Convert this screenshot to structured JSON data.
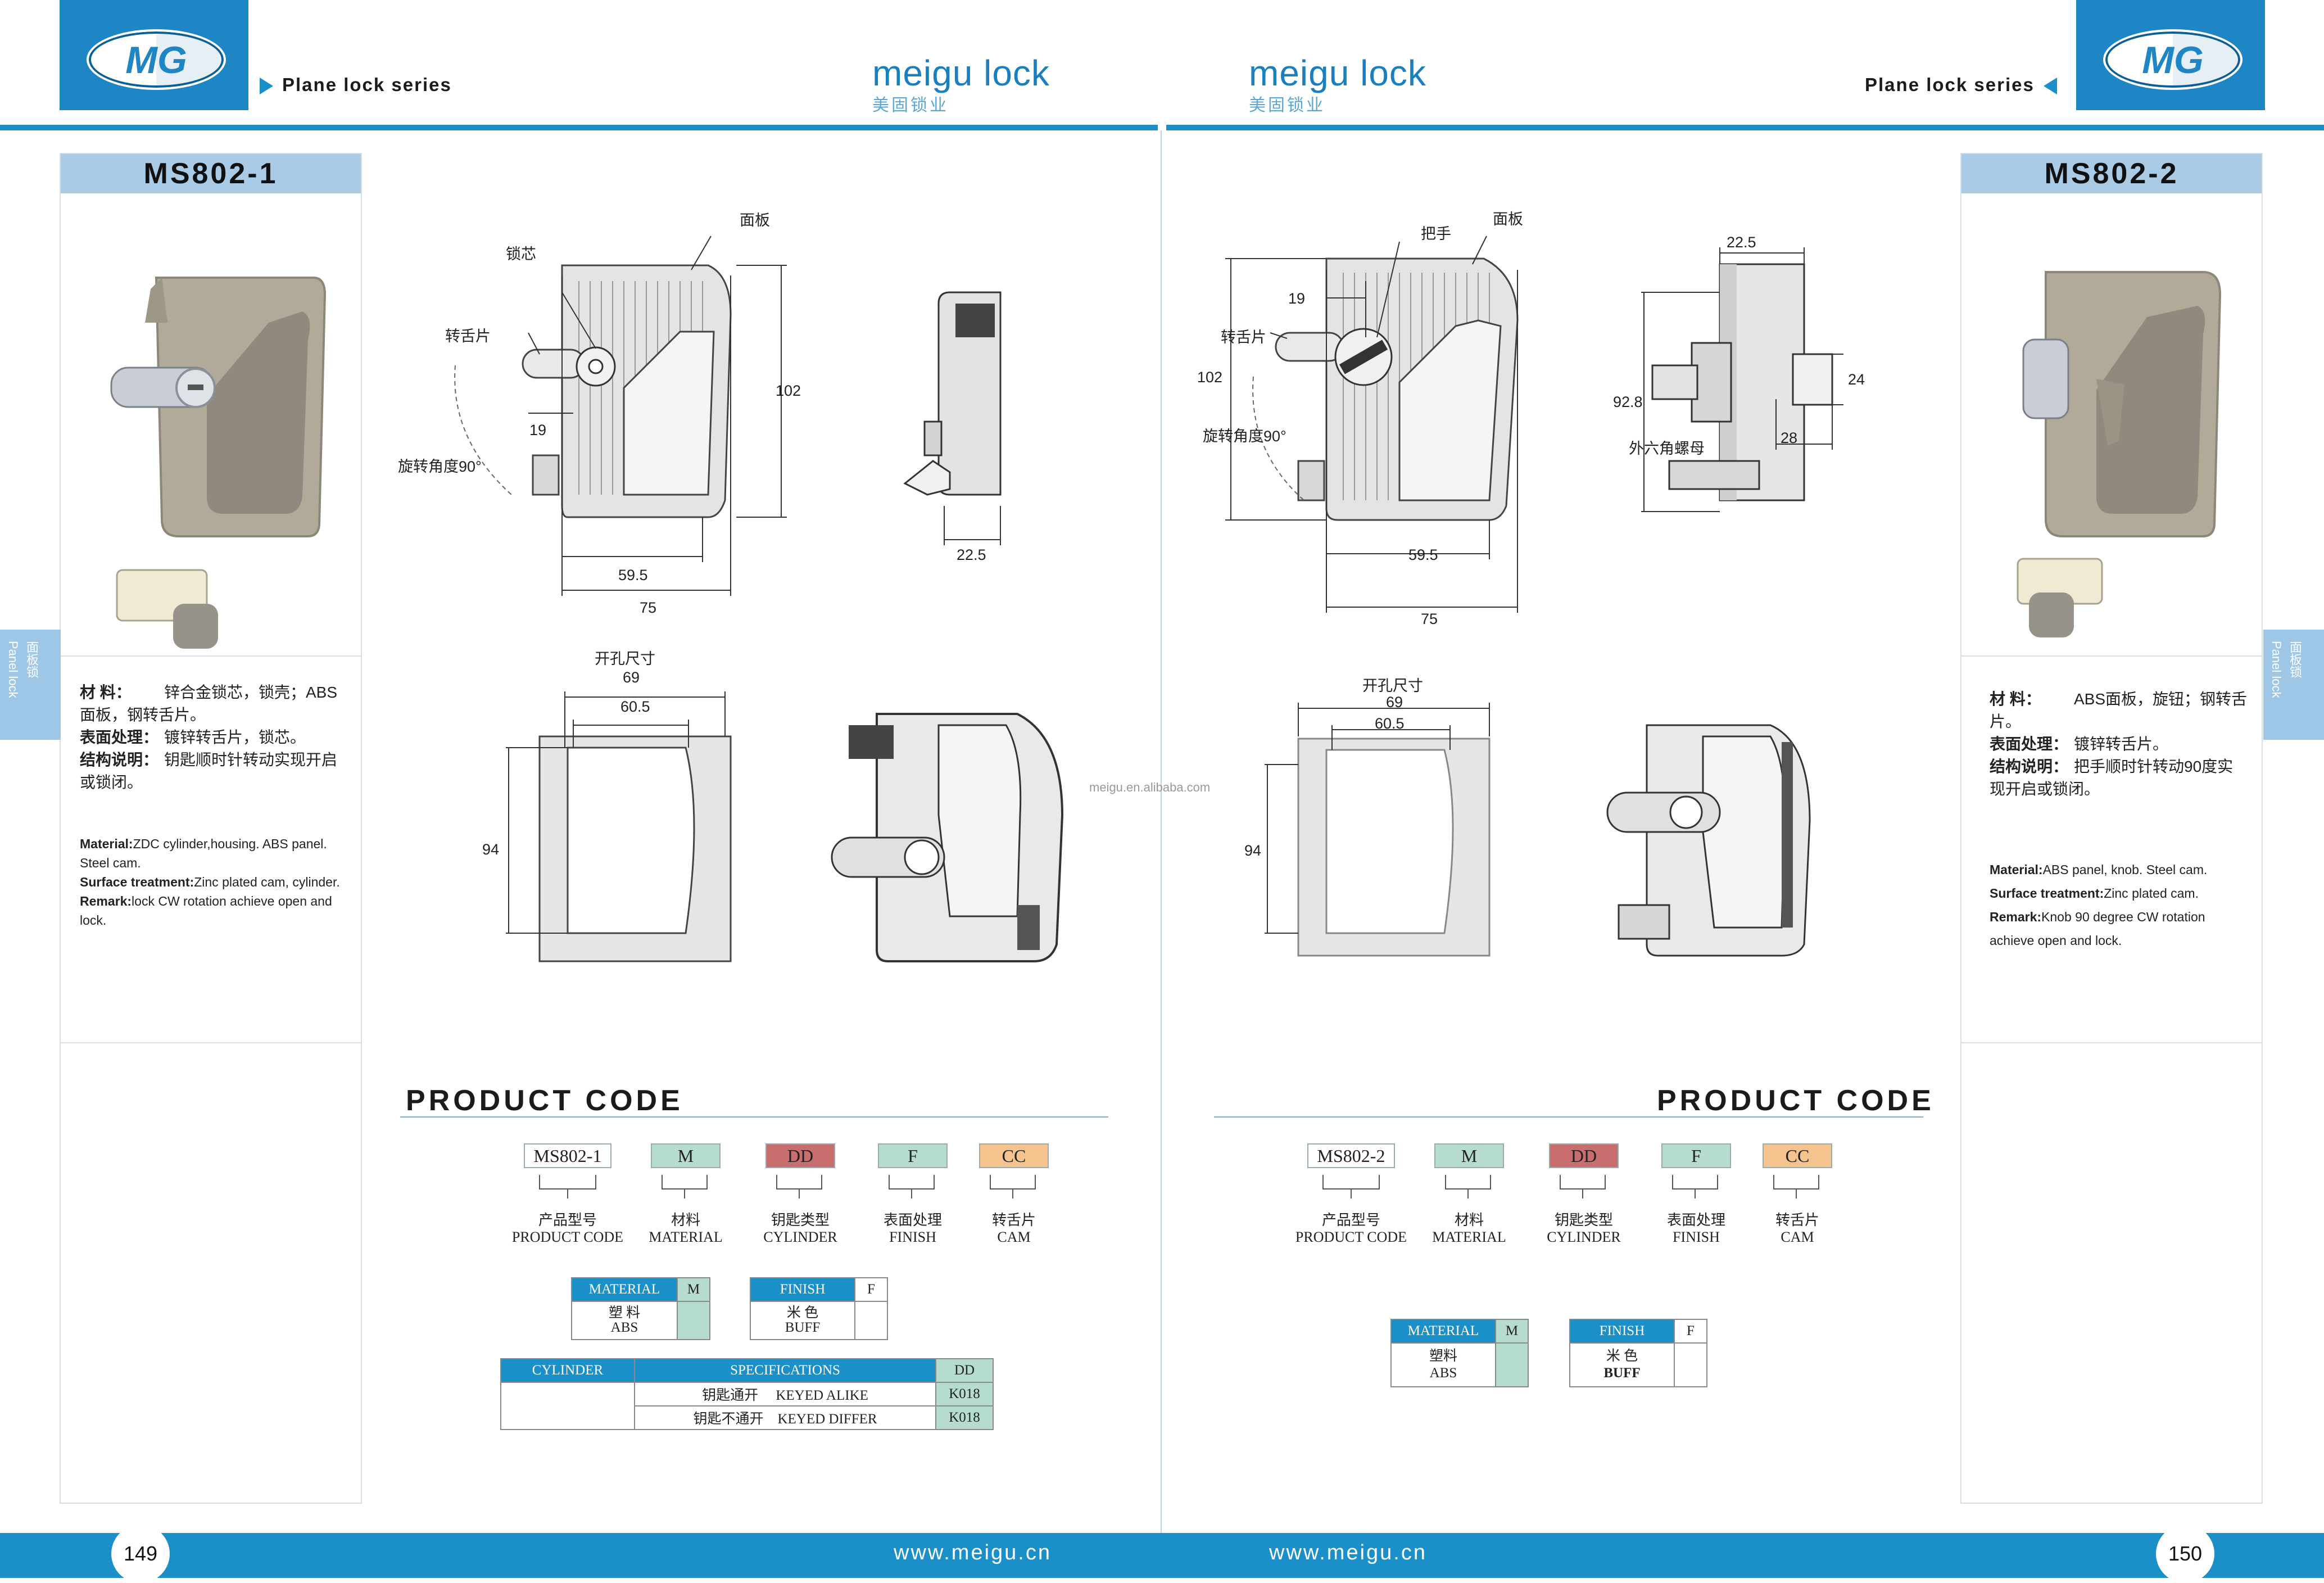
{
  "header": {
    "logo_text": "MG",
    "series_label": "Plane lock series",
    "brand_en": "meigu lock",
    "brand_cn": "美固锁业"
  },
  "watermark": "meigu.en.alibaba.com",
  "side_tab": {
    "cn": "面板锁",
    "en": "Panel lock"
  },
  "colors": {
    "accent": "#1a8fc8",
    "band": "#a9cbe6",
    "material_swatch": "#b6dccf",
    "cylinder_swatch": "#c96e6e",
    "cam_swatch": "#f5c48e"
  },
  "left": {
    "model": "MS802-1",
    "desc_cn": [
      {
        "label": "材 料：",
        "text": "锌合金锁芯，锁壳；ABS 面板，钢转舌片。"
      },
      {
        "label": "表面处理：",
        "text": "镀锌转舌片，锁芯。"
      },
      {
        "label": "结构说明：",
        "text": "钥匙顺时针转动实现开启或锁闭。"
      }
    ],
    "desc_en": [
      {
        "label": "Material:",
        "text": "ZDC cylinder,housing. ABS panel. Steel cam."
      },
      {
        "label": "Surface treatment:",
        "text": "Zinc plated cam, cylinder."
      },
      {
        "label": "Remark:",
        "text": "lock CW rotation achieve open and lock."
      }
    ],
    "drawing": {
      "labels": {
        "cam": "转舌片",
        "cylinder": "锁芯",
        "panel": "面板",
        "rotate": "旋转角度90°",
        "cutout": "开孔尺寸"
      },
      "dims": {
        "d19": "19",
        "d102": "102",
        "d59_5": "59.5",
        "d75": "75",
        "d22_5": "22.5",
        "d69": "69",
        "d60_5": "60.5",
        "d94": "94"
      }
    },
    "product_code": {
      "title": "PRODUCT CODE",
      "codes": [
        {
          "code": "MS802-1",
          "cn": "产品型号",
          "en": "PRODUCT CODE",
          "color": "#ffffff"
        },
        {
          "code": "M",
          "cn": "材料",
          "en": "MATERIAL",
          "color": "#b6dccf"
        },
        {
          "code": "DD",
          "cn": "钥匙类型",
          "en": "CYLINDER",
          "color": "#c96e6e"
        },
        {
          "code": "F",
          "cn": "表面处理",
          "en": "FINISH",
          "color": "#b6dccf"
        },
        {
          "code": "CC",
          "cn": "转舌片",
          "en": "CAM",
          "color": "#f5c48e"
        }
      ],
      "material": {
        "head": "MATERIAL",
        "key": "M",
        "cn": "塑 料",
        "en": "ABS"
      },
      "finish": {
        "head": "FINISH",
        "key": "F",
        "cn": "米 色",
        "en": "BUFF"
      },
      "cylinder": {
        "head": "CYLINDER",
        "spec_head": "SPECIFICATIONS",
        "key": "DD",
        "rows": [
          {
            "cn": "钥匙通开",
            "en": "KEYED ALIKE",
            "code": "K018"
          },
          {
            "cn": "钥匙不通开",
            "en": "KEYED DIFFER",
            "code": "K018"
          }
        ]
      }
    }
  },
  "right": {
    "model": "MS802-2",
    "desc_cn": [
      {
        "label": "材 料：",
        "text": "ABS面板，旋钮；钢转舌片。"
      },
      {
        "label": "表面处理：",
        "text": "镀锌转舌片。"
      },
      {
        "label": "结构说明：",
        "text": "把手顺时针转动90度实现开启或锁闭。"
      }
    ],
    "desc_en": [
      {
        "label": "Material:",
        "text": "ABS panel, knob. Steel cam."
      },
      {
        "label": "Surface treatment:",
        "text": "Zinc plated cam."
      },
      {
        "label": "Remark:",
        "text": "Knob 90 degree CW rotation achieve open and lock."
      }
    ],
    "drawing": {
      "labels": {
        "cam": "转舌片",
        "handle": "把手",
        "panel": "面板",
        "rotate": "旋转角度90°",
        "hexnut": "外六角螺母",
        "cutout": "开孔尺寸"
      },
      "dims": {
        "d19": "19",
        "d102": "102",
        "d59_5": "59.5",
        "d75": "75",
        "d22_5": "22.5",
        "d92_8": "92.8",
        "d24": "24",
        "d28": "28",
        "d69": "69",
        "d60_5": "60.5",
        "d94": "94"
      }
    },
    "product_code": {
      "title": "PRODUCT CODE",
      "codes": [
        {
          "code": "MS802-2",
          "cn": "产品型号",
          "en": "PRODUCT CODE",
          "color": "#ffffff"
        },
        {
          "code": "M",
          "cn": "材料",
          "en": "MATERIAL",
          "color": "#b6dccf"
        },
        {
          "code": "DD",
          "cn": "钥匙类型",
          "en": "CYLINDER",
          "color": "#c96e6e"
        },
        {
          "code": "F",
          "cn": "表面处理",
          "en": "FINISH",
          "color": "#b6dccf"
        },
        {
          "code": "CC",
          "cn": "转舌片",
          "en": "CAM",
          "color": "#f5c48e"
        }
      ],
      "material": {
        "head": "MATERIAL",
        "key": "M",
        "cn": "塑料",
        "en": "ABS"
      },
      "finish": {
        "head": "FINISH",
        "key": "F",
        "cn": "米 色",
        "en": "BUFF"
      }
    }
  },
  "footer": {
    "url_left": "www.meigu.cn",
    "url_right": "www.meigu.cn",
    "page_left": "149",
    "page_right": "150"
  }
}
